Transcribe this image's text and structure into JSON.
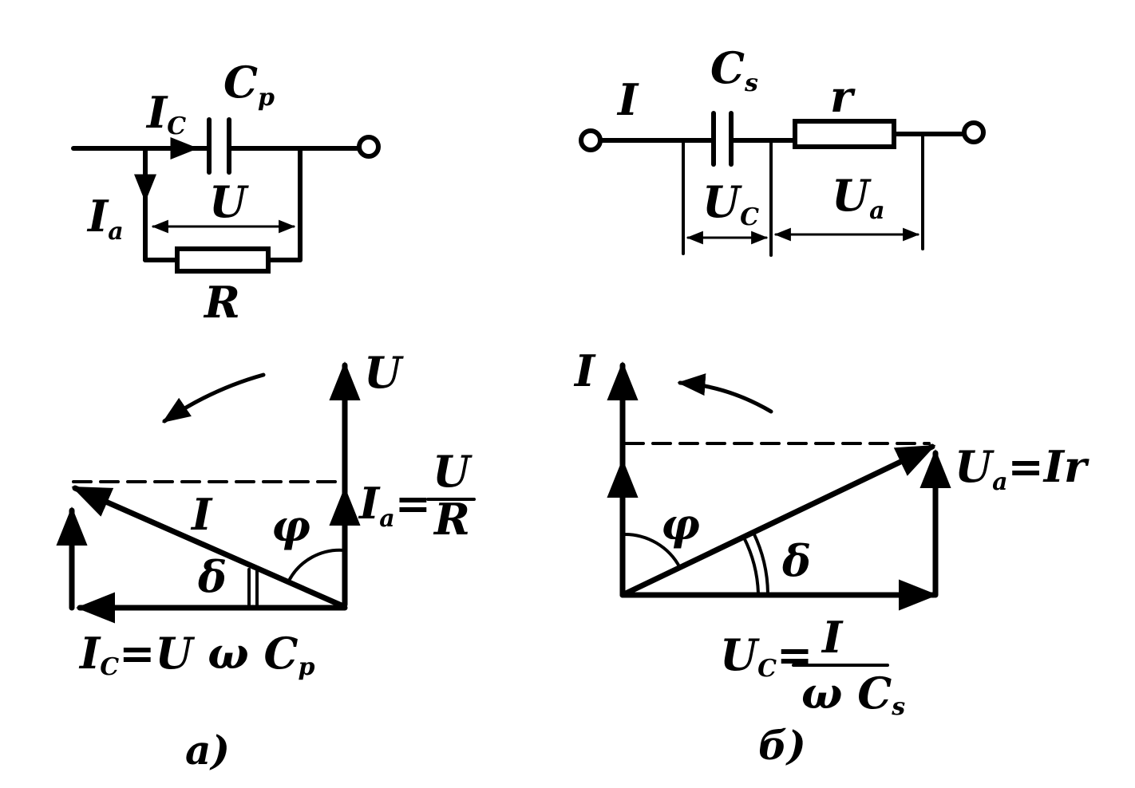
{
  "panel_a": {
    "circuit": {
      "cap_label": "C",
      "cap_sub": "p",
      "ic_label": "I",
      "ic_sub": "C",
      "ia_label": "I",
      "ia_sub": "a",
      "u_label": "U",
      "r_label": "R"
    },
    "vectors": {
      "u_label": "U",
      "i_label": "I",
      "phi_label": "φ",
      "delta_label": "δ",
      "ia_lhs": "I",
      "ia_sub": "a",
      "ia_eq": "=",
      "ia_num": "U",
      "ia_den": "R",
      "ic_formula_main": "I",
      "ic_formula_sub": "C",
      "ic_formula_rhs": "=U ω C",
      "ic_formula_rhs_sub": "p"
    },
    "caption": "a)"
  },
  "panel_b": {
    "circuit": {
      "i_label": "I",
      "cap_label": "C",
      "cap_sub": "s",
      "r_label": "r",
      "uc_label": "U",
      "uc_sub": "C",
      "ua_label": "U",
      "ua_sub": "a"
    },
    "vectors": {
      "i_label": "I",
      "phi_label": "φ",
      "delta_label": "δ",
      "ua_lhs": "U",
      "ua_sub": "a",
      "ua_rhs": "=Ir",
      "uc_lhs": "U",
      "uc_sub": "C",
      "uc_eq": "=",
      "uc_num": "I",
      "uc_den": "ω C",
      "uc_den_sub": "s"
    },
    "caption": "б)"
  }
}
